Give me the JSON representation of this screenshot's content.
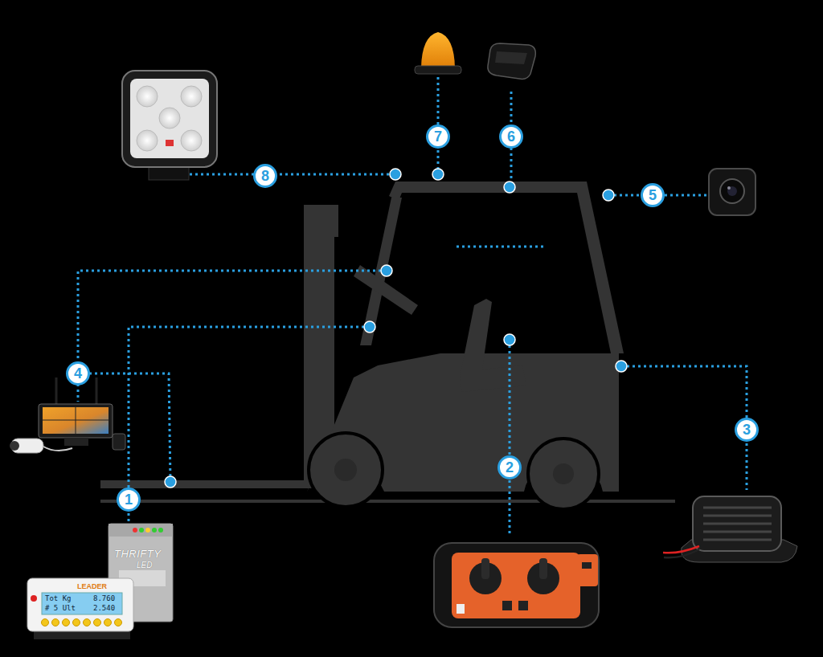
{
  "diagram": {
    "labels": [
      "7",
      "6",
      "8",
      "5",
      "4",
      "3",
      "2",
      "1",
      "THRIFTY",
      "LED",
      "LEADER",
      "Tot Kg",
      "8.760",
      "# 5 Ult",
      "2.540"
    ]
  }
}
